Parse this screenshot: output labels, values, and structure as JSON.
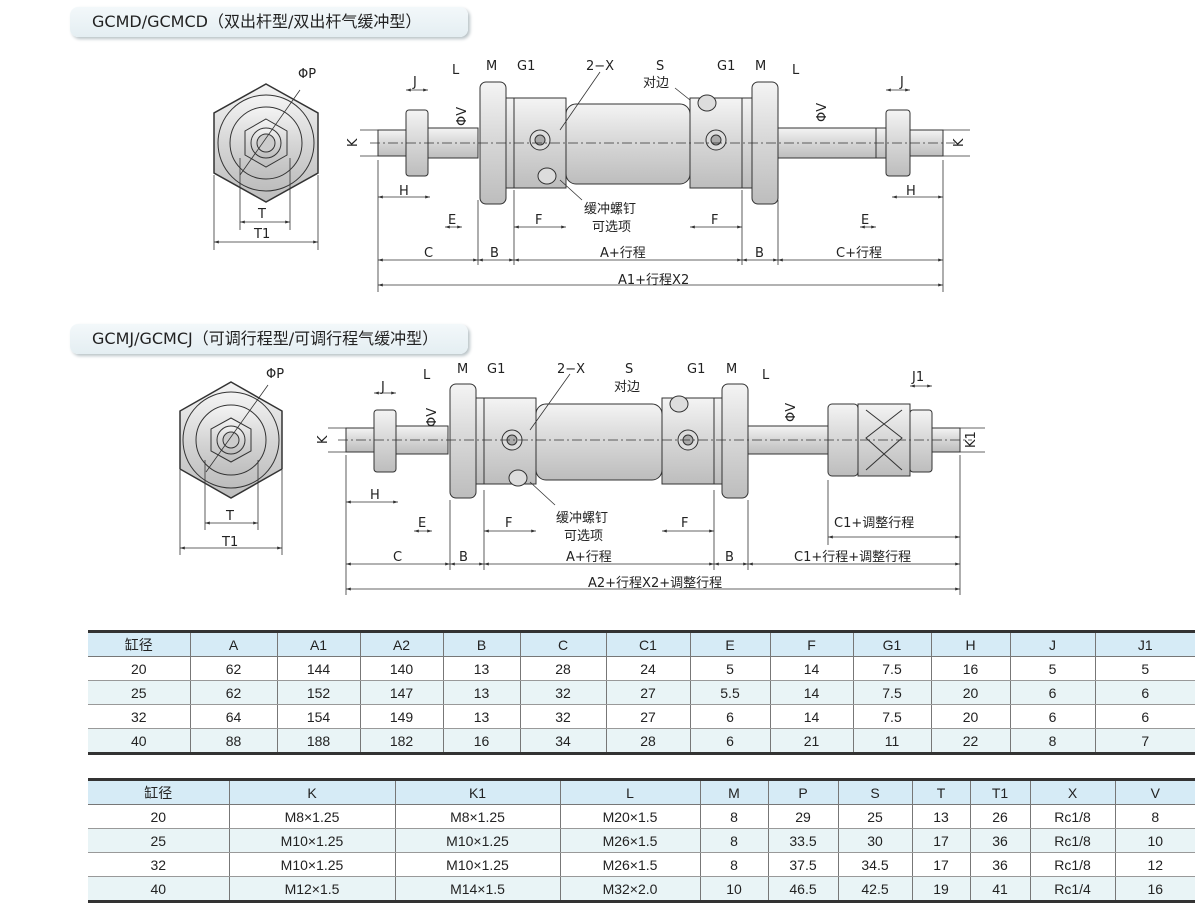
{
  "section1": {
    "title": "GCMD/GCMCD（双出杆型/双出杆气缓冲型）",
    "labels": {
      "phiP": "ΦP",
      "T": "T",
      "T1": "T1",
      "J_left": "J",
      "L_left": "L",
      "M_left": "M",
      "G1_left": "G1",
      "X": "2−X",
      "S": "S",
      "opposite": "对边",
      "G1_right": "G1",
      "M_right": "M",
      "L_right": "L",
      "J_right": "J",
      "phiV_left": "ΦV",
      "phiV_right": "ΦV",
      "K_left": "K",
      "K_right": "K",
      "H_left": "H",
      "E_left": "E",
      "F_left": "F",
      "cushion": "缓冲螺钉",
      "optional": "可选项",
      "F_right": "F",
      "E_right": "E",
      "H_right": "H",
      "C": "C",
      "B_left": "B",
      "A_stroke": "A+行程",
      "B_right": "B",
      "C_stroke": "C+行程",
      "A1_total": "A1+行程X2"
    }
  },
  "section2": {
    "title": "GCMJ/GCMCJ（可调行程型/可调行程气缓冲型）",
    "labels": {
      "phiP": "ΦP",
      "T": "T",
      "T1": "T1",
      "J_left": "J",
      "L_left": "L",
      "M_left": "M",
      "G1_left": "G1",
      "X": "2−X",
      "S": "S",
      "opposite": "对边",
      "G1_right": "G1",
      "M_right": "M",
      "L_right": "L",
      "J1": "J1",
      "phiV_left": "ΦV",
      "phiV_right": "ΦV",
      "K": "K",
      "K1": "K1",
      "H": "H",
      "E": "E",
      "F_left": "F",
      "cushion": "缓冲螺钉",
      "optional": "可选项",
      "F_right": "F",
      "C1_adjust": "C1+调整行程",
      "C": "C",
      "B_left": "B",
      "A_stroke": "A+行程",
      "B_right": "B",
      "C1_stroke_adjust": "C1+行程+调整行程",
      "A2_total": "A2+行程X2+调整行程"
    }
  },
  "table1": {
    "headers": [
      "缸径",
      "A",
      "A1",
      "A2",
      "B",
      "C",
      "C1",
      "E",
      "F",
      "G1",
      "H",
      "J",
      "J1"
    ],
    "rows": [
      [
        "20",
        "62",
        "144",
        "140",
        "13",
        "28",
        "24",
        "5",
        "14",
        "7.5",
        "16",
        "5",
        "5"
      ],
      [
        "25",
        "62",
        "152",
        "147",
        "13",
        "32",
        "27",
        "5.5",
        "14",
        "7.5",
        "20",
        "6",
        "6"
      ],
      [
        "32",
        "64",
        "154",
        "149",
        "13",
        "32",
        "27",
        "6",
        "14",
        "7.5",
        "20",
        "6",
        "6"
      ],
      [
        "40",
        "88",
        "188",
        "182",
        "16",
        "34",
        "28",
        "6",
        "21",
        "11",
        "22",
        "8",
        "7"
      ]
    ]
  },
  "table2": {
    "headers": [
      "缸径",
      "K",
      "K1",
      "L",
      "M",
      "P",
      "S",
      "T",
      "T1",
      "X",
      "V"
    ],
    "rows": [
      [
        "20",
        "M8×1.25",
        "M8×1.25",
        "M20×1.5",
        "8",
        "29",
        "25",
        "13",
        "26",
        "Rc1/8",
        "8"
      ],
      [
        "25",
        "M10×1.25",
        "M10×1.25",
        "M26×1.5",
        "8",
        "33.5",
        "30",
        "17",
        "36",
        "Rc1/8",
        "10"
      ],
      [
        "32",
        "M10×1.25",
        "M10×1.25",
        "M26×1.5",
        "8",
        "37.5",
        "34.5",
        "17",
        "36",
        "Rc1/8",
        "12"
      ],
      [
        "40",
        "M12×1.5",
        "M14×1.5",
        "M32×2.0",
        "10",
        "46.5",
        "42.5",
        "19",
        "41",
        "Rc1/4",
        "16"
      ]
    ]
  }
}
